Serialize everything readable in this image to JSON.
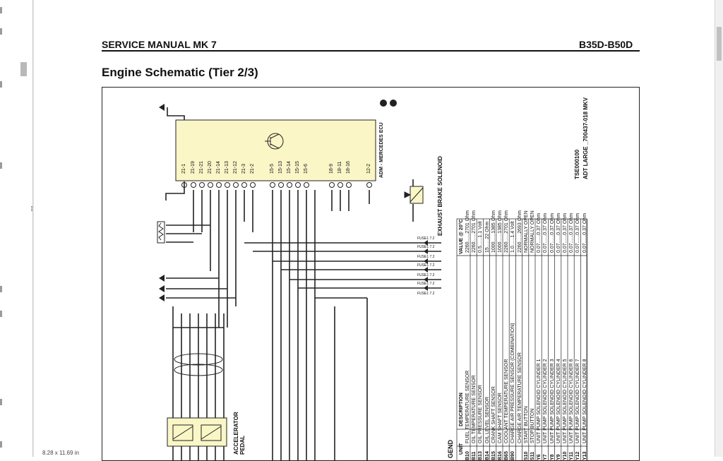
{
  "viewer": {
    "page_size": "8.28 x 11.69 in"
  },
  "header": {
    "left": "SERVICE MANUAL MK 7",
    "right": "B35D-B50D"
  },
  "page_title": "Engine Schematic (Tier 2/3)",
  "drawing": {
    "ecu_label": "ADM - MERCEDES ECU",
    "drawing_no": "TSE000100",
    "drawing_name": "ADT LARGE _700437-018 MKV",
    "exhaust_label": "EXHAUST BRAKE SOLENOID",
    "accel_label": "ACCELERATOR PEDAL",
    "pins": [
      "21-1",
      "21-19",
      "21-21",
      "21-20",
      "21-14",
      "21-13",
      "21-12",
      "21-3",
      "21-2",
      "15-5",
      "15-13",
      "15-14",
      "15-15",
      "15-6",
      "18-9",
      "18-11",
      "18-16",
      "12-2"
    ],
    "fuses": [
      "FUSE1 7.2",
      "FUSE1 7.2",
      "FUSE1 7.2",
      "FUSE1 7.2",
      "FUSE1 7.2",
      "FUSE1 7.2",
      "FUSE1 7.2"
    ]
  },
  "legend": {
    "title": "GEND",
    "col_unit": "UNIT",
    "col_desc": "DESCRIPTION",
    "col_value": "VALUE @ 20°C",
    "rows": [
      {
        "unit": "B10",
        "desc": "FUEL TEMPERATURE SENSOR",
        "value": "2260......2701 Ohm"
      },
      {
        "unit": "B11",
        "desc": "OIL TEMPERATURE SENSOR",
        "value": "2260......2701 Ohm"
      },
      {
        "unit": "B13",
        "desc": "OIL PRESSURE SENSOR",
        "value": "0.5......1.1 Volt"
      },
      {
        "unit": "B14",
        "desc": "OIL LEVEL SENSOR",
        "value": "15......22 Ohm"
      },
      {
        "unit": "B15",
        "desc": "CRANK SHAFT SENSOR",
        "value": "1000......1385 Ohm"
      },
      {
        "unit": "B16",
        "desc": "CAM SHAFT SENSOR",
        "value": "1000......1385 Ohm"
      },
      {
        "unit": "B65",
        "desc": "COOLANT TEMPERATURE SENSOR",
        "value": "2260......2701 Ohm"
      },
      {
        "unit": "B90",
        "desc": "CHARGE AIR PRESSURE SENSOR (COMBINATION)",
        "value": "1.0......1.4 Volt"
      },
      {
        "unit": "",
        "desc": "CHARGE AIR TEMPERATURE SENSOR",
        "value": "2260......2693 Ohm"
      },
      {
        "unit": "S10",
        "desc": "START BUTTON",
        "value": "NORMALLY OPEN"
      },
      {
        "unit": "S11",
        "desc": "STOP BUTTON",
        "value": "NORMALLY OPEN"
      },
      {
        "unit": "Y6",
        "desc": "UNIT PUMP SOLENOID CYLINDER 1",
        "value": "0.07......0.37 Ohm"
      },
      {
        "unit": "Y7",
        "desc": "UNIT PUMP SOLENOID CYLINDER 2",
        "value": "0.07......0.37 Ohm"
      },
      {
        "unit": "Y8",
        "desc": "UNIT PUMP SOLENOID CYLINDER 3",
        "value": "0.07......0.37 Ohm"
      },
      {
        "unit": "Y9",
        "desc": "UNIT PUMP SOLENOID CYLINDER 4",
        "value": "0.07......0.37 Ohm"
      },
      {
        "unit": "Y10",
        "desc": "UNIT PUMP SOLENOID CYLINDER 5",
        "value": "0.07......0.37 Ohm"
      },
      {
        "unit": "Y11",
        "desc": "UNIT PUMP SOLENOID CYLINDER 6",
        "value": "0.07......0.37 Ohm"
      },
      {
        "unit": "Y12",
        "desc": "UNIT PUMP SOLENOID CYLINDER 7",
        "value": "0.07......0.37 Ohm"
      },
      {
        "unit": "Y13",
        "desc": "UNIT PUMP SOLENOID CYLINDER 8",
        "value": "0.07......0.37 Ohm"
      }
    ]
  }
}
